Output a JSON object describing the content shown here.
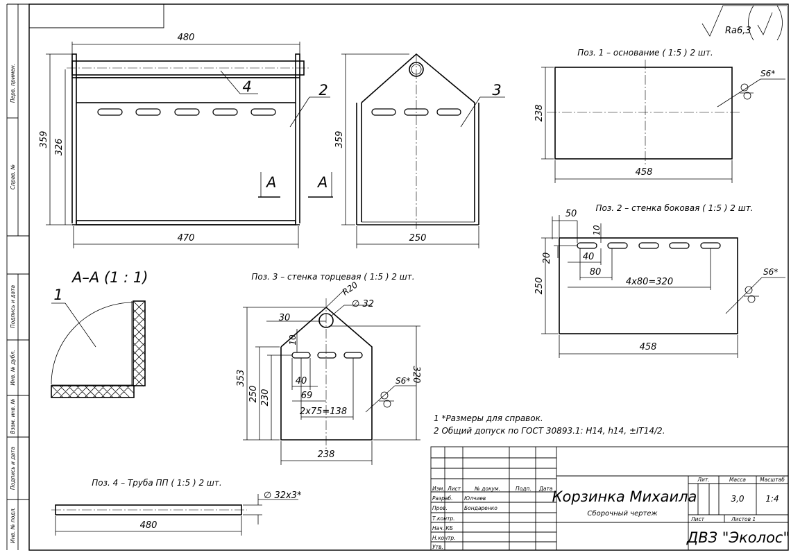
{
  "roughness": "Ra6,3",
  "side_labels": [
    "Перв. примен.",
    "Справ. №",
    "Подпись и дата",
    "Инв. № дубл.",
    "Взам. инв. №",
    "Подпись и дата",
    "Инв. № подл."
  ],
  "view1": {
    "dims": {
      "width_top": "480",
      "width_bottom": "470",
      "height_outer": "359",
      "height_inner": "326"
    },
    "leaders": [
      "4",
      "2"
    ],
    "section_mark": "A"
  },
  "view2": {
    "dims": {
      "height": "359",
      "width": "250"
    },
    "leaders": [
      "3"
    ],
    "section_mark": "A"
  },
  "pos1": {
    "caption": "Поз. 1 – основание ( 1:5 ) 2 шт.",
    "dims": {
      "height": "238",
      "width": "458"
    },
    "weld": "S6*"
  },
  "pos2": {
    "caption": "Поз. 2 – стенка боковая ( 1:5 ) 2 шт.",
    "dims": {
      "d50": "50",
      "d10": "10",
      "d20": "20",
      "d40": "40",
      "d80": "80",
      "d320": "4x80=320",
      "height": "250",
      "width": "458"
    },
    "weld": "S6*"
  },
  "section": {
    "caption": "А–А (1 : 1)",
    "leader": "1"
  },
  "pos3": {
    "caption": "Поз. 3 – стенка торцевая ( 1:5 ) 2 шт.",
    "dims": {
      "r20": "R20",
      "d32": "∅ 32",
      "d30": "30",
      "d10": "10",
      "d353": "353",
      "d250": "250",
      "d230": "230",
      "d40": "40",
      "d69": "69",
      "d138": "2x75=138",
      "d320": "320",
      "d238": "238"
    },
    "weld": "S6*"
  },
  "pos4": {
    "caption": "Поз. 4 – Труба ПП ( 1:5 ) 2 шт.",
    "dims": {
      "length": "480",
      "diam": "∅ 32x3*"
    }
  },
  "notes": [
    "1 *Размеры для справок.",
    "2 Общий допуск по ГОСТ 30893.1: H14, h14, ±IT14/2."
  ],
  "title_block": {
    "headers": [
      "Изм.",
      "Лист",
      "№ докум.",
      "Подп.",
      "Дата"
    ],
    "roles": [
      {
        "role": "Разраб.",
        "name": "Юлчиев"
      },
      {
        "role": "Пров.",
        "name": "Бондаренко"
      },
      {
        "role": "Т.контр.",
        "name": ""
      },
      {
        "role": "Нач. КБ",
        "name": ""
      },
      {
        "role": "Н.контр.",
        "name": ""
      },
      {
        "role": "Утв.",
        "name": ""
      }
    ],
    "title": "Корзинка Михаила",
    "doc_type": "Сборочный чертеж",
    "lit_label": "Лит.",
    "mass_label": "Масса",
    "scale_label": "Масштаб",
    "mass": "3,0",
    "scale": "1:4",
    "sheet_label": "Лист",
    "sheets_label": "Листов 1",
    "org": "ДВЗ \"Эколос\""
  }
}
